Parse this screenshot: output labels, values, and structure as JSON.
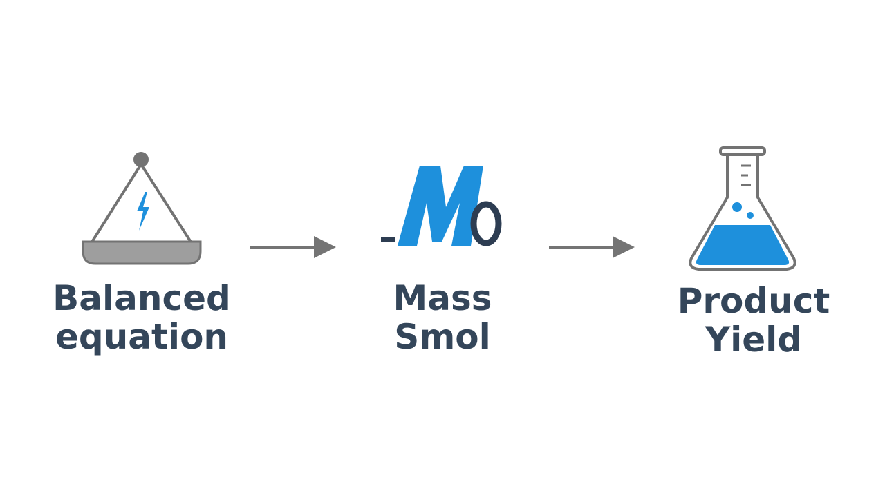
{
  "colors": {
    "label_text": "#34465a",
    "accent_blue": "#1e90dc",
    "icon_gray": "#737373",
    "arrow_gray": "#747474",
    "dark_navy": "#2d3d52"
  },
  "steps": [
    {
      "icon": "balance-scale-icon",
      "label_lines": [
        "Balanced",
        "equation"
      ]
    },
    {
      "icon": "molar-mass-icon",
      "label_lines": [
        "Mass",
        "Smol"
      ]
    },
    {
      "icon": "erlenmeyer-flask-icon",
      "label_lines": [
        "Product",
        "Yield"
      ]
    }
  ],
  "arrows": [
    {
      "icon": "right-arrow-icon"
    },
    {
      "icon": "right-arrow-icon"
    }
  ]
}
